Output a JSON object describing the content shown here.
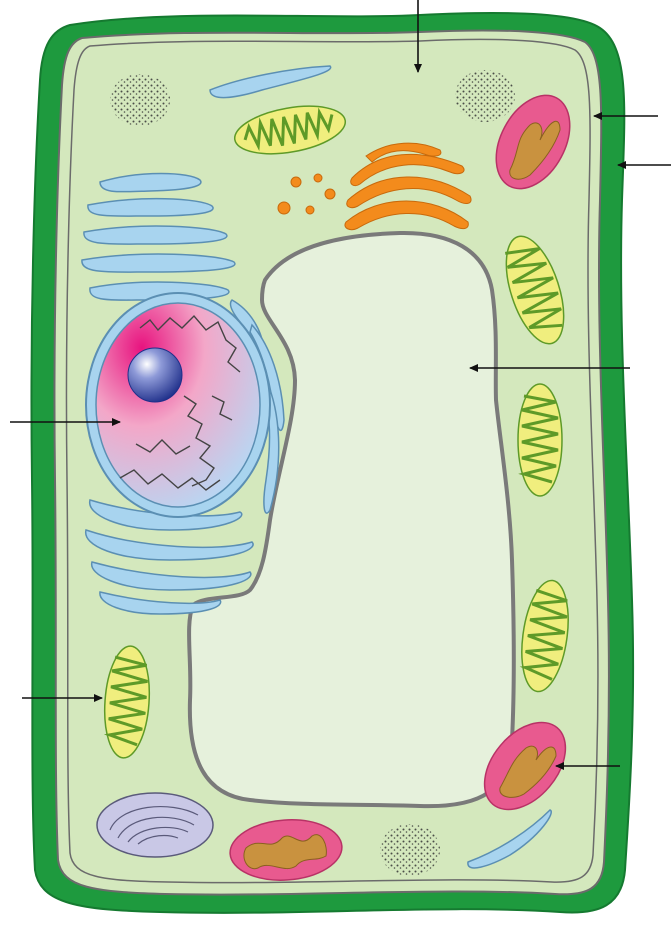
{
  "diagram": {
    "kind": "plant-cell",
    "labels": [],
    "colors": {
      "cell_wall": "#1e9a3e",
      "cytoplasm": "#d4e8bd",
      "membrane": "#6b6b6b",
      "vacuole_fill": "#e6f1dc",
      "vacuole_border": "#7a7a7a",
      "nucleus_envelope": "#a8d4ef",
      "nucleus_glow": "#e8137f",
      "nucleolus": "#2c3f9c",
      "er": "#a8d4ef",
      "golgi": "#f38b1c",
      "mitochondrion_outer": "#e85a8f",
      "mitochondrion_inner": "#c9923f",
      "chloroplast_fill": "#f0ee7e",
      "chloroplast_thylakoid": "#5e9a28",
      "ribosome_cluster": "#333333",
      "amyloplast": "#c9c8e6",
      "arrow": "#111111"
    },
    "pointers": [
      {
        "name": "cytoplasm-pointer",
        "icon": "arrow-down-icon"
      },
      {
        "name": "cell-membrane-pointer",
        "icon": "arrow-left-icon"
      },
      {
        "name": "cell-wall-pointer",
        "icon": "arrow-left-icon"
      },
      {
        "name": "vacuole-pointer",
        "icon": "arrow-left-icon"
      },
      {
        "name": "nucleus-pointer",
        "icon": "arrow-right-icon"
      },
      {
        "name": "chloroplast-pointer",
        "icon": "arrow-right-icon"
      },
      {
        "name": "mitochondrion-pointer",
        "icon": "arrow-left-icon"
      }
    ]
  }
}
